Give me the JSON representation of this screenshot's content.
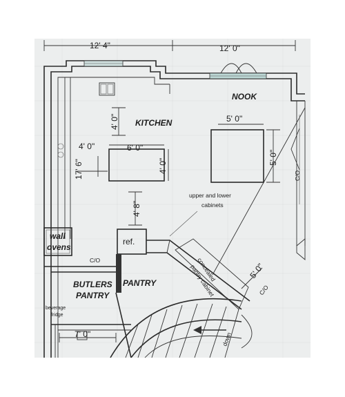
{
  "plan": {
    "dimensions": {
      "top_left": "12' 4\"",
      "top_right": "12' 0\"",
      "kitchen_depth": "4' 0\"",
      "left_gap": "4' 0\"",
      "island_width": "6' 0\"",
      "island_depth": "4' 0\"",
      "kitchen_length": "17' 6\"",
      "ref_gap": "4' 8\"",
      "table_width": "5' 0\"",
      "table_depth": "5' 0\"",
      "right_clearance": "5' 0\"",
      "butler_width": "7' 0\""
    },
    "rooms": {
      "nook": "NOOK",
      "kitchen": "KITCHEN",
      "butlers": "BUTLERS",
      "pantry_line2": "PANTRY",
      "pantry": "PANTRY"
    },
    "labels": {
      "wall_ovens_1": "wall",
      "wall_ovens_2": "ovens",
      "ref": "ref.",
      "cabinets_1": "upper and lower",
      "cabinets_2": "cabinets",
      "concealed_1": "concealed",
      "concealed_2": "pantry cabinet",
      "co_1": "C/O",
      "co_2": "C/O",
      "co_3": "C/O",
      "bev_1": "beverage",
      "bev_2": "fridge",
      "down": "down"
    }
  }
}
